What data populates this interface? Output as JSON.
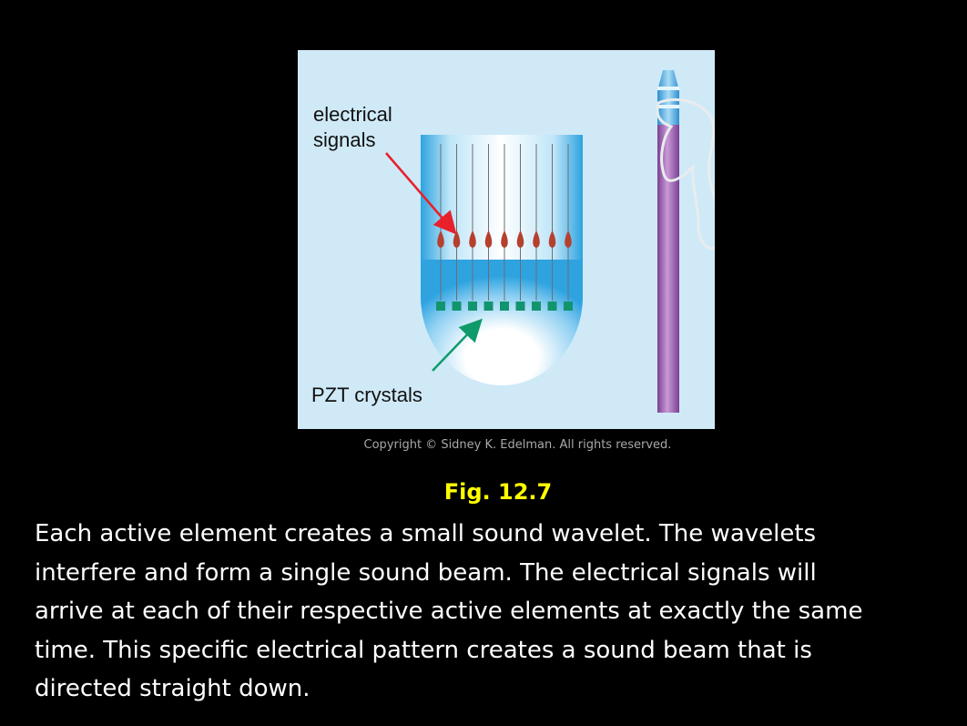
{
  "diagram": {
    "label_electrical": [
      "electrical",
      "signals"
    ],
    "label_pzt": "PZT crystals",
    "element_count": 9,
    "colors": {
      "panel_bg": "#cfe9f7",
      "probe_blue": "#3fa9e0",
      "signal_pulse": "#b5402e",
      "crystal": "#12946e",
      "arrow_red": "#e8202a",
      "arrow_green": "#0f9a6a",
      "probe_rod": "#9b5fb0"
    }
  },
  "copyright": "Copyright  © Sidney K. Edelman.  All rights reserved.",
  "figure_title": "Fig. 12.7",
  "caption_lines": [
    "Each active element creates a small sound wavelet. The wavelets",
    "interfere and form a single sound beam. The electrical signals will",
    "arrive at each of their respective active elements at exactly the same",
    "time. This specific electrical pattern creates a sound beam that is",
    "directed straight down."
  ]
}
